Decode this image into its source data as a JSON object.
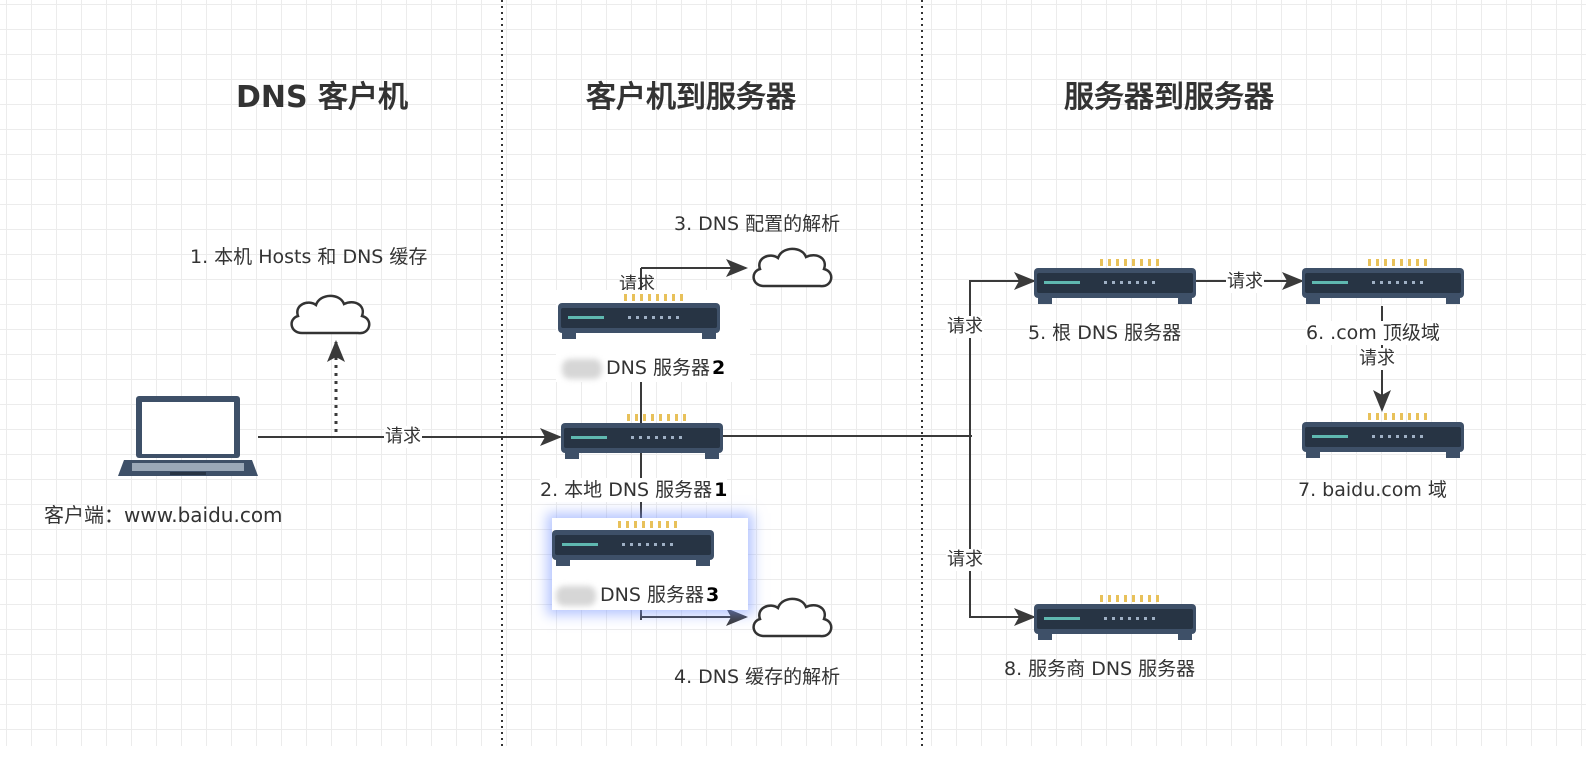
{
  "headings": {
    "client": "DNS 客户机",
    "client_to_server": "客户机到服务器",
    "server_to_server": "服务器到服务器"
  },
  "client": {
    "label": "客户端：www.baidu.com",
    "icon": "laptop-icon"
  },
  "steps": {
    "step1": "1. 本机 Hosts 和 DNS 缓存",
    "step2_name": "2. 本地 DNS 服务器",
    "step2_num": "1",
    "step3": "3. DNS 配置的解析",
    "step4": "4. DNS 缓存的解析",
    "step5": "5. 根 DNS 服务器",
    "step6": "6. .com 顶级域",
    "step7": "7. baidu.com 域",
    "step8": "8. 服务商 DNS 服务器"
  },
  "cards": {
    "card2_name": "DNS 服务器",
    "card2_num": "2",
    "card3_name": "DNS 服务器",
    "card3_num": "3"
  },
  "edges": {
    "request": "请求"
  },
  "colors": {
    "device_body": "#3e5068",
    "device_bar": "#273444",
    "device_led": "#e8c15a",
    "device_light": "#5fb8b0",
    "line": "#3a3a3a",
    "glow": "#7896ff"
  }
}
